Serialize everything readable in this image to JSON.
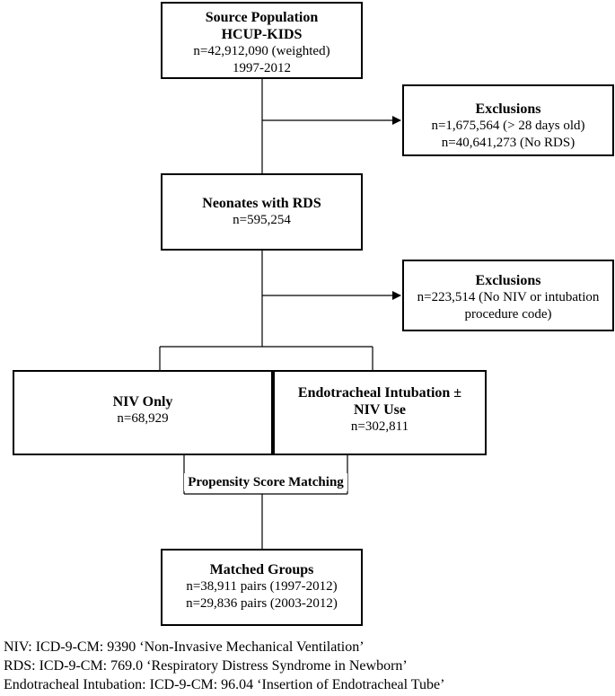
{
  "source": {
    "title": "Source Population",
    "subtitle": "HCUP-KIDS",
    "line1": "n=42,912,090 (weighted)",
    "line2": "1997-2012"
  },
  "exclusions1": {
    "title": "Exclusions",
    "line1": "n=1,675,564 (> 28 days old)",
    "line2": "n=40,641,273 (No RDS)"
  },
  "rds": {
    "title": "Neonates with RDS",
    "line1": "n=595,254"
  },
  "exclusions2": {
    "title": "Exclusions",
    "line1": "n=223,514 (No NIV or intubation",
    "line2": "procedure code)"
  },
  "niv_only": {
    "title": "NIV Only",
    "line1": "n=68,929"
  },
  "intubation": {
    "title1": "Endotracheal Intubation ±",
    "title2": "NIV Use",
    "line1": "n=302,811"
  },
  "propensity": {
    "label": "Propensity Score Matching"
  },
  "matched": {
    "title": "Matched Groups",
    "line1": "n=38,911 pairs (1997-2012)",
    "line2": "n=29,836 pairs (2003-2012)"
  },
  "footnotes": [
    "NIV: ICD-9-CM: 9390 ‘Non-Invasive Mechanical Ventilation’",
    "RDS: ICD-9-CM: 769.0 ‘Respiratory Distress Syndrome in Newborn’",
    "Endotracheal Intubation: ICD-9-CM: 96.04 ‘Insertion of Endotracheal Tube’"
  ]
}
